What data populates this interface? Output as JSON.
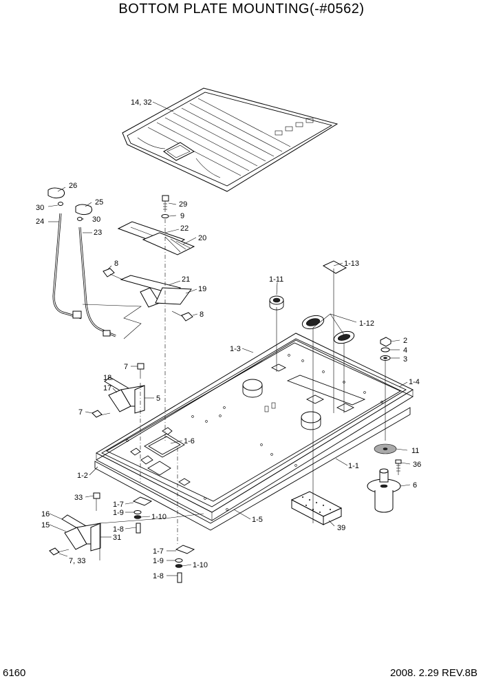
{
  "title": "BOTTOM PLATE MOUNTING(-#0562)",
  "page_number": "6160",
  "revision": "2008. 2.29 REV.8B",
  "callouts": {
    "c14_32": "14, 32",
    "c26": "26",
    "c25": "25",
    "c30a": "30",
    "c30b": "30",
    "c24": "24",
    "c23": "23",
    "c29": "29",
    "c9": "9",
    "c22": "22",
    "c20": "20",
    "c8a": "8",
    "c21": "21",
    "c19": "19",
    "c8b": "8",
    "c1_13": "1-13",
    "c1_11": "1-11",
    "c1_12": "1-12",
    "c2": "2",
    "c4": "4",
    "c3": "3",
    "c1_3": "1-3",
    "c1_4": "1-4",
    "c7a": "7",
    "c18": "18",
    "c17": "17",
    "c5": "5",
    "c7b": "7",
    "c1_6": "1-6",
    "c11": "11",
    "c36": "36",
    "c6": "6",
    "c1_1": "1-1",
    "c1_2": "1-2",
    "c33": "33",
    "c1_7a": "1-7",
    "c1_9a": "1-9",
    "c1_10a": "1-10",
    "c16": "16",
    "c15": "15",
    "c1_8a": "1-8",
    "c31": "31",
    "c7_33": "7, 33",
    "c1_5": "1-5",
    "c39": "39",
    "c1_7b": "1-7",
    "c1_9b": "1-9",
    "c1_10b": "1-10",
    "c1_8b": "1-8"
  }
}
